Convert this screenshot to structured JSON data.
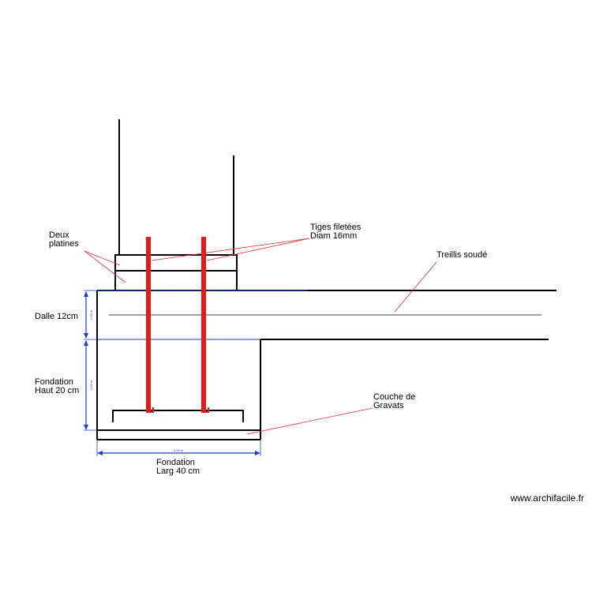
{
  "labels": {
    "platines_line1": "Deux",
    "platines_line2": "platines",
    "tiges_line1": "Tiges filetées",
    "tiges_line2": "Diam 16mm",
    "treillis": "Treillis soudé",
    "dalle": "Dalle  12cm",
    "fondation_haut_line1": "Fondation",
    "fondation_haut_line2": "Haut 20 cm",
    "gravats_line1": "Couche de",
    "gravats_line2": "Gravats",
    "fondation_larg_line1": "Fondation",
    "fondation_larg_line2": "Larg 40 cm"
  },
  "dimensions": {
    "dalle_value": "1.98 m",
    "fondation_height_value": "2.58 m",
    "fondation_width_value": "4.59 m"
  },
  "watermark": "www.archifacile.fr",
  "colors": {
    "rod": "#e31a1a",
    "dimension": "#1a3fd0",
    "leader": "#e03030",
    "mesh": "#a0a0a0",
    "outline": "#000000"
  }
}
